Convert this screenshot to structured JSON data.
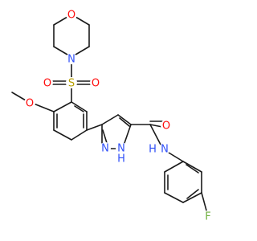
{
  "molecule": {
    "atoms": {
      "O_ring": "O",
      "N_ring": "N",
      "S": "S",
      "O_sulf1": "O",
      "O_sulf2": "O",
      "O_methoxy": "O",
      "N_pyrazole": "N",
      "NH_pyrazole": "N",
      "H_pyrazole": "H",
      "O_amide": "O",
      "NH_amide": "N",
      "H_amide": "H",
      "F": "F"
    },
    "colors": {
      "bond": "#1a1a1a",
      "oxygen": "#ff0d0d",
      "nitrogen": "#3050f8",
      "sulfur": "#b8a000",
      "fluorine": "#70b040",
      "carbon": "#1a1a1a"
    }
  }
}
